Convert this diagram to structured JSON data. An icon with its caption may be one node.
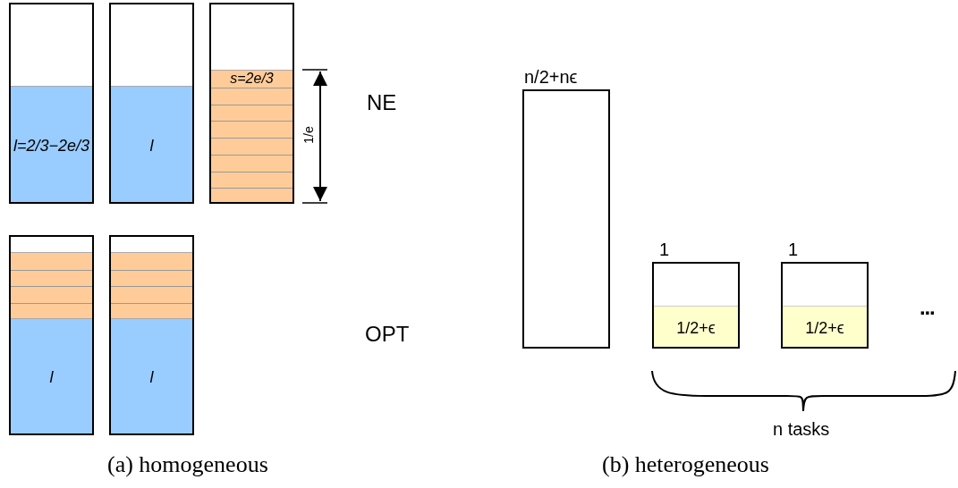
{
  "diagram": {
    "nodes": [
      {
        "text": [],
        "shape": "box"
      },
      {
        "text": [
          "l=2/3−2e/3"
        ],
        "in": 0
      },
      {
        "text": [],
        "shape": "box"
      },
      {
        "text": [
          "l"
        ],
        "in": 2
      },
      {
        "text": [],
        "shape": "box"
      },
      {
        "text": [
          "s=2e/3"
        ],
        "in": 4
      },
      {
        "text": [],
        "shape": "box"
      },
      {
        "text": [],
        "shape": "bar",
        "in": 6
      },
      {
        "text": [
          "l"
        ],
        "in": 6
      },
      {
        "text": [],
        "shape": "box"
      },
      {
        "text": [],
        "shape": "bar",
        "in": 9
      },
      {
        "text": [
          "l"
        ],
        "in": 9
      },
      {
        "text": [
          "n/2+nϵ"
        ]
      },
      {
        "text": [
          "1"
        ]
      },
      {
        "text": [
          "1/2+ϵ"
        ],
        "in": 13
      },
      {
        "text": [
          "1"
        ]
      },
      {
        "text": [
          "1/2+ϵ"
        ],
        "in": 15
      }
    ],
    "labels": [
      "1/e",
      "NE",
      "OPT",
      "...",
      "n tasks",
      "(a) homogeneous",
      "(b) heterogeneous"
    ]
  }
}
